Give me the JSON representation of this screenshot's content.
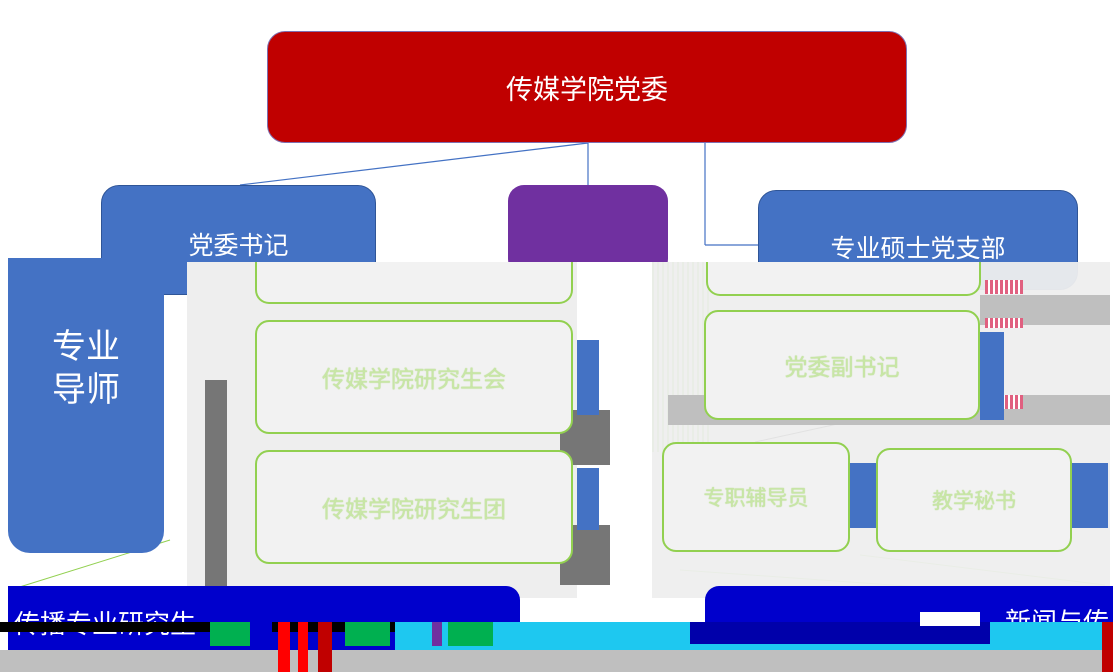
{
  "diagram": {
    "root": {
      "label": "传媒学院党委"
    },
    "secretary": {
      "label": "党委书记"
    },
    "masters_branch": {
      "label": "专业硕士党支部"
    },
    "mentor": {
      "label": "专业\n导师"
    },
    "graduate_union": {
      "label": "传媒学院研究生会"
    },
    "graduate_league": {
      "label": "传媒学院研究生团"
    },
    "deputy_secretary": {
      "label": "党委副书记"
    },
    "counselor": {
      "label": "专职辅导员"
    },
    "academic_secretary": {
      "label": "教学秘书"
    },
    "bottom_left": {
      "label": "传播专业研究生"
    },
    "bottom_right": {
      "label": "新闻与传"
    }
  },
  "colors": {
    "root": "#c00000",
    "blue": "#4472c4",
    "purple": "#7030a0",
    "navy": "#0000cc",
    "pale_border": "#92d050"
  }
}
